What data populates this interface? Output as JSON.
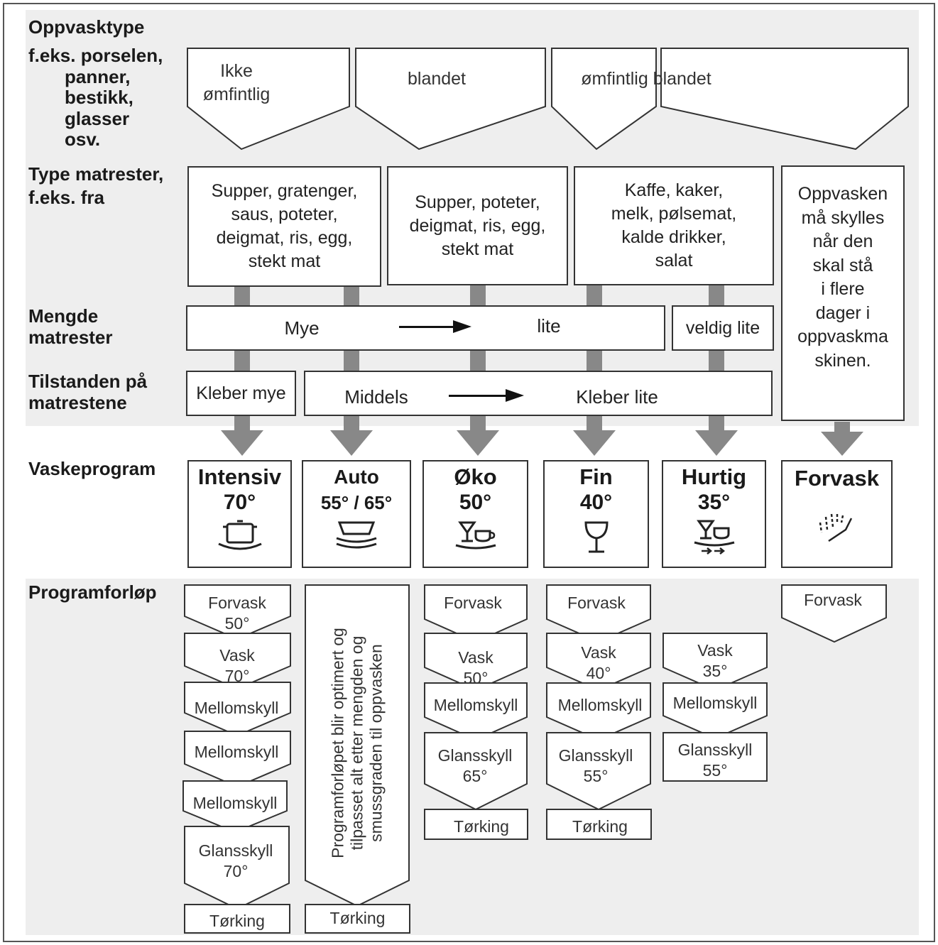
{
  "row_labels": {
    "oppvasktype": "Oppvasktype",
    "example_lines": [
      "f.eks. porselen,",
      "panner,",
      "bestikk,",
      "glasser",
      "osv."
    ],
    "type_matrester": "Type matrester,",
    "type_matrester_sub": "f.eks. fra",
    "mengde_1": "Mengde",
    "mengde_2": "matrester",
    "tilstand_1": "Tilstanden på",
    "tilstand_2": "matrestene",
    "vaskeprogram": "Vaskeprogram",
    "programforlop": "Programforløp"
  },
  "dish_types": [
    "Ikke\nømfintlig",
    "blandet",
    "ømfintlig blandet"
  ],
  "food_types": [
    "Supper, gratenger,\nsaus, poteter,\ndeigmat, ris, egg,\nstekt mat",
    "Supper, poteter,\ndeigmat, ris, egg,\nstekt mat",
    "Kaffe, kaker,\nmelk, pølsemat,\nkalde drikker,\nsalat",
    "Oppvasken\nmå skylles\nnår den\nskal stå\ni flere\ndager i\noppvaskma\nskinen."
  ],
  "amount": {
    "left": "Mye",
    "right": "lite",
    "extra": "veldig lite"
  },
  "condition": {
    "first": "Kleber mye",
    "left": "Middels",
    "right": "Kleber lite"
  },
  "programs": [
    {
      "name": "Intensiv",
      "temp": "70°",
      "icon": "pot-icon"
    },
    {
      "name": "Auto",
      "temp": "55° / 65°",
      "icon": "stacked-dishes-icon"
    },
    {
      "name": "Øko",
      "temp": "50°",
      "icon": "glass-cup-icon"
    },
    {
      "name": "Fin",
      "temp": "40°",
      "icon": "wine-glass-icon"
    },
    {
      "name": "Hurtig",
      "temp": "35°",
      "icon": "glass-cup-fast-icon"
    },
    {
      "name": "Forvask",
      "temp": "",
      "icon": "water-spray-icon"
    }
  ],
  "sequences": {
    "intensiv": [
      "Forvask\n50°",
      "Vask\n70°",
      "Mellomskyll",
      "Mellomskyll",
      "Mellomskyll",
      "Glansskyll\n70°",
      "Tørking"
    ],
    "auto": {
      "vertical": "Programforløpet blir optimert og\ntilpasset alt etter mengden og\nsmussgraden til oppvasken",
      "end": "Tørking"
    },
    "oko": [
      "Forvask",
      "Vask\n50°",
      "Mellomskyll",
      "Glansskyll\n65°",
      "Tørking"
    ],
    "fin": [
      "Forvask",
      "Vask\n40°",
      "Mellomskyll",
      "Glansskyll\n55°",
      "Tørking"
    ],
    "hurtig": [
      "Vask\n35°",
      "Mellomskyll",
      "Glansskyll\n55°"
    ],
    "forvask": [
      "Forvask"
    ]
  },
  "colors": {
    "band": "#eeeeee",
    "connector": "#888888",
    "border": "#333333"
  }
}
